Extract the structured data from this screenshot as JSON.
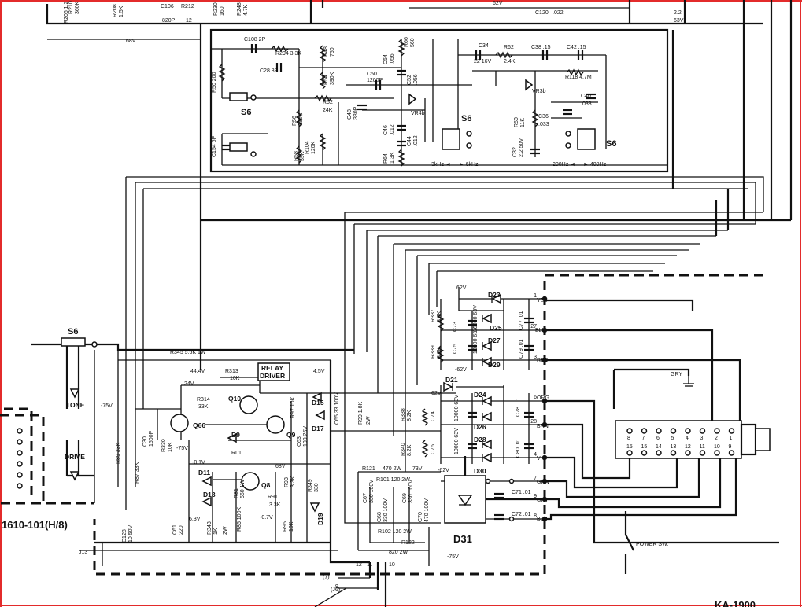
{
  "labels": {
    "r210": "R210",
    "r210_val": "360K",
    "r208": "R208",
    "r208_val": "1.5K",
    "r206": "R206 1.2",
    "c106": "C106",
    "c106_val": "820P",
    "r212": "R212",
    "r212_val": "12",
    "r230": "R230",
    "r230_val": "160",
    "r248": "R248",
    "r248_val": "4.7K",
    "top_62v": "62V",
    "c120": "C120",
    "c120_val": ".022",
    "top_22": "2.2",
    "top_63v": "63V",
    "v68": "68V",
    "c108": "C108 2P",
    "r294": "R294 3.3K",
    "r48": "R48",
    "r48_val": "750",
    "r66": "R66",
    "r66_val": "560",
    "c34": "C34",
    "c34_val": "22 16V",
    "r62": "R62",
    "r62_val": "2.4K",
    "c38": "C38 .15",
    "c42": "C42 .15",
    "r50": "R50 200",
    "c28": "C28 8P",
    "c54": "C54",
    "c54_val": ".056",
    "c50": "C50",
    "c50_val": "1200P",
    "c52": "C52",
    "c52_val": ".056",
    "r54": "R54",
    "r54_val": "390K",
    "r52": "R52",
    "r52_val": "24K",
    "r118": "R118 4.7M",
    "vr3b": "VR3b",
    "s6": "S6",
    "r56": "R56",
    "r56_val": "390K",
    "c48": "C48",
    "c48_val": "330P",
    "vr4b": "VR4b",
    "c46": "C46",
    "c46_val": ".012",
    "c40": "C40",
    "c40_val": ".033",
    "r60": "R60",
    "r60_val": "11K",
    "c36": "C36",
    "c36_val": ".033",
    "c154": "C154 6P",
    "r104": "R104",
    "r104_val": "120K",
    "r58": "R58",
    "r58_val": "39K",
    "c44": "C44",
    "c44_val": ".012",
    "r64": "R64",
    "r64_val": "1.3K",
    "c32": "C32",
    "c32_val": "2.2 50V",
    "freq1": "3kHz ◄──► 6kHz",
    "freq2": "200Hz ◄──► 400Hz",
    "v62_a": "62V",
    "d23": "D23",
    "yel": "YEL",
    "r337": "R337",
    "r337_val": "8.2K",
    "c73": "C73",
    "c73_val": "10000 63V",
    "d25": "D25",
    "c77": "C77 .01",
    "blk": "BLK",
    "d27": "D27",
    "r339": "R339",
    "r339_val": "8.2K",
    "c75": "C75",
    "c75_val": "10000 63V",
    "c79": "C79 .01",
    "red": "RED",
    "v62_b": "-62V",
    "d29": "D29",
    "d21": "D21",
    "gry_top": "GRY",
    "v62_c": "62V",
    "d24": "D24",
    "org": "ORG",
    "r338": "R338",
    "r338_val": "8.2K",
    "c74": "C74",
    "c74_val": "10000 63V",
    "c78": "C78 .01",
    "d26": "D26",
    "brn": "BRN",
    "d28": "D28",
    "r340": "R340",
    "r340_val": "8.2K",
    "c76": "C76",
    "c76_val": "10000 63V",
    "c80": "C80 .01",
    "vio": "VIO",
    "v62_d": "-62V",
    "d30": "D30",
    "grn": "GRN",
    "gry": "GRY",
    "blu": "BLU",
    "pin_nums": [
      "1",
      "27",
      "3",
      "6",
      "28",
      "4",
      "7",
      "9",
      "8"
    ],
    "conn_top": [
      "8",
      "7",
      "6",
      "5",
      "4",
      "3",
      "2",
      "1"
    ],
    "conn_bot": [
      "15",
      "15",
      "14",
      "13",
      "12",
      "11",
      "10",
      "9"
    ],
    "power_sw": "POWER SW.",
    "s6_low": "S6",
    "tone": "TONE",
    "drive": "DRIVE",
    "r345": "R345  5.6K 1W",
    "v444": "44.4V",
    "r313": "R313",
    "r313_val": "10K",
    "relay_driver_1": "RELAY",
    "relay_driver_2": "DRIVER",
    "v45": "4.5V",
    "v24": "24V",
    "r314": "R314",
    "r314_val": "33K",
    "q10": "Q10",
    "r97": "R97 10K",
    "d15": "D15",
    "c65": "C65 33 100V",
    "r99": "R99 1.8K",
    "r99_w": "2W",
    "v75_a": "-75V",
    "q66": "Q66",
    "c30": "C30",
    "c30_val": "1500P",
    "r330": "R330",
    "r330_val": "10K",
    "v75_b": "-75V",
    "d9": "D9",
    "q9": "Q9",
    "d17": "D17",
    "c63": "C63",
    "c63_val": "100 25V",
    "r89": "R89 33K",
    "v01": "-0.1V",
    "rl1": "RL1",
    "v68_b": "68V",
    "d11": "D11",
    "q8": "Q8",
    "r93": "R93",
    "r93_val": "3.3K",
    "r349": "R349",
    "r349_val": "330",
    "r87": "R87 33K",
    "d13": "D13",
    "r81": "R81",
    "r81_val": "560 1W",
    "r91": "R91",
    "r91_val": "3.3K",
    "v07": "-0.7V",
    "d19": "D19",
    "r85": "R85 100K",
    "r95": "R95",
    "r95_val": "10K",
    "r121": "R121",
    "r121_val": "470  2W",
    "v73": "73V",
    "r101": "R101 120 2W",
    "c67": "C67",
    "c67_val": "330 100V",
    "c69": "C69",
    "c69_val": "330 100V",
    "c71": "C71 .01",
    "c68": "C68",
    "c68_val": "330 100V",
    "c70": "C70",
    "c70_val": "470 100V",
    "c72": "C72 .01",
    "r102": "R102 120 2W",
    "r122": "R122",
    "r122_val": "820  2W",
    "v75_c": "-75V",
    "d31": "D31",
    "c128": "C128",
    "c128_val": "10 50V",
    "c61": "C61",
    "c61_val": "220",
    "c61_v": "6.3V",
    "r343": "R343",
    "r343_val": "1K",
    "r_2w": "2W",
    "board_id": "1610-101(H/8)",
    "j13": "J13",
    "b12": "12",
    "b11": "11",
    "b10": "10",
    "b7": "(7)",
    "j6": "(J6)",
    "b9": "9",
    "bottom_right": "KA-1900"
  }
}
